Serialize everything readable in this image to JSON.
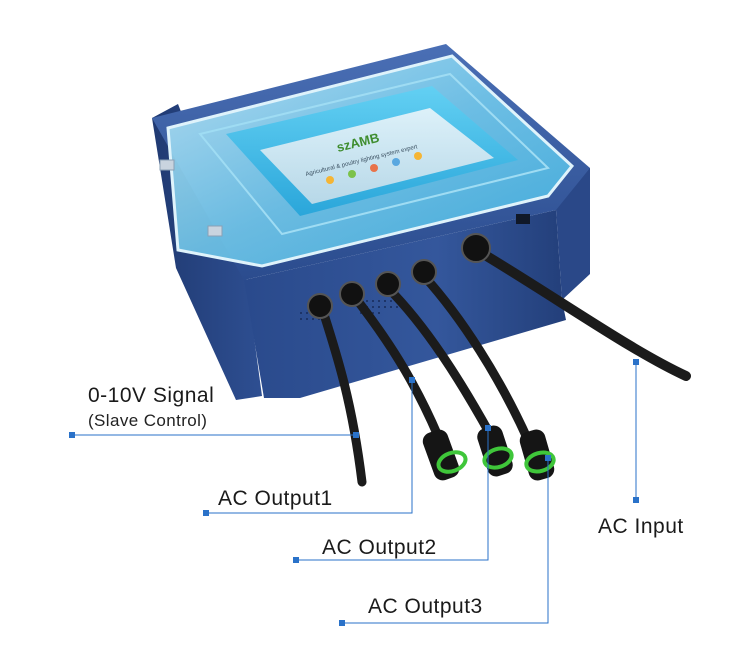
{
  "device": {
    "brand": "szAMB",
    "screen_tagline": "Agricultural & poultry lighting system expert"
  },
  "callouts": {
    "signal": {
      "label": "0-10V Signal",
      "sublabel": "(Slave Control)"
    },
    "output1": {
      "label": "AC Output1"
    },
    "output2": {
      "label": "AC Output2"
    },
    "output3": {
      "label": "AC Output3"
    },
    "input": {
      "label": "AC Input"
    }
  },
  "colors": {
    "callout_line": "#2a72c9",
    "enclosure_blue": "#2c4d8f",
    "screen_cyan": "#2fb7e6",
    "cable": "#1b1b1b",
    "connector_ring": "#3fc63a"
  }
}
